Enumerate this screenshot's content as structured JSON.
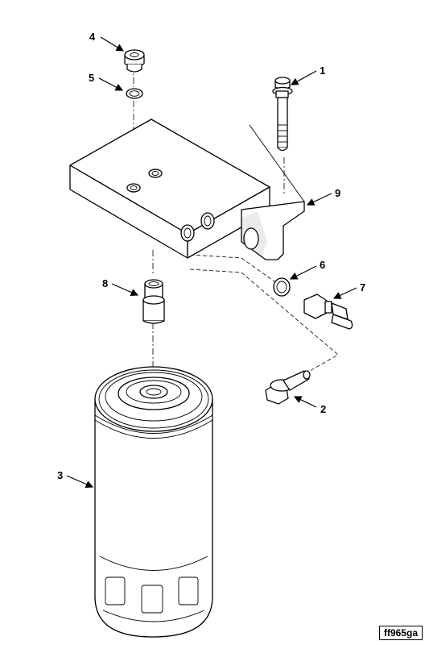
{
  "figure_id": "ff965ga",
  "callouts": [
    {
      "id": "c1",
      "text": "1"
    },
    {
      "id": "c2",
      "text": "2"
    },
    {
      "id": "c3",
      "text": "3"
    },
    {
      "id": "c4",
      "text": "4"
    },
    {
      "id": "c5",
      "text": "5"
    },
    {
      "id": "c6",
      "text": "6"
    },
    {
      "id": "c7",
      "text": "7"
    },
    {
      "id": "c8",
      "text": "8"
    },
    {
      "id": "c9",
      "text": "9"
    }
  ]
}
